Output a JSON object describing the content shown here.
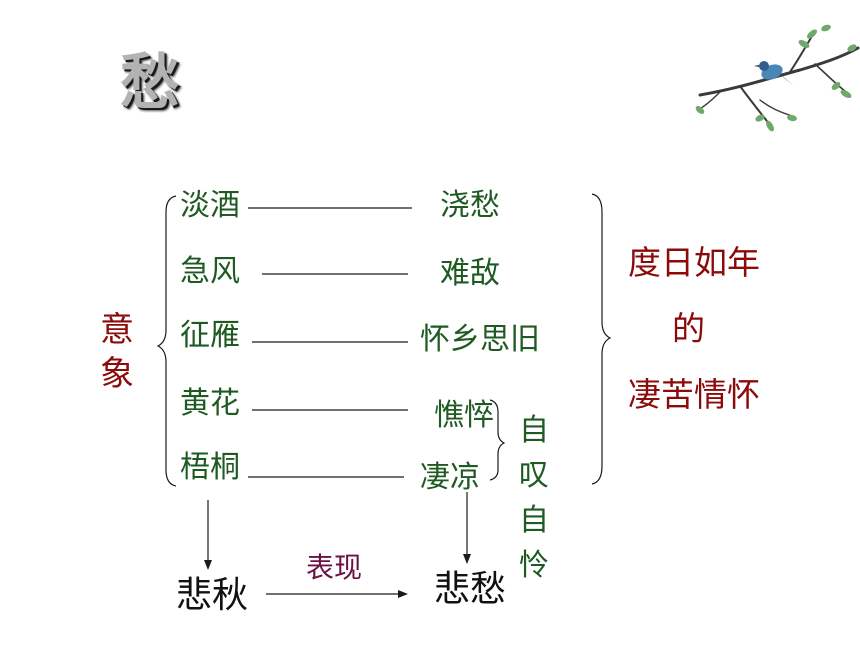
{
  "title": "愁",
  "image_label": [
    "意",
    "象"
  ],
  "rows": [
    {
      "image": "淡酒",
      "feeling": "浇愁"
    },
    {
      "image": "急风",
      "feeling": "难敌"
    },
    {
      "image": "征雁",
      "feeling": "怀乡思旧"
    },
    {
      "image": "黄花",
      "feeling": "憔悴"
    },
    {
      "image": "梧桐",
      "feeling": "凄凉"
    }
  ],
  "self_pity": [
    "自",
    "叹",
    "自",
    "怜"
  ],
  "conclusion": [
    "度日如年",
    "的",
    "凄苦情怀"
  ],
  "bottom": {
    "left": "悲秋",
    "arrow_label": "表现",
    "right": "悲愁"
  },
  "decoration": {
    "icon": "branch-with-bird-icon"
  },
  "colors": {
    "image_label": "#8b0a0a",
    "rows": "#1f5a22",
    "arrow_label": "#6b0f45"
  }
}
